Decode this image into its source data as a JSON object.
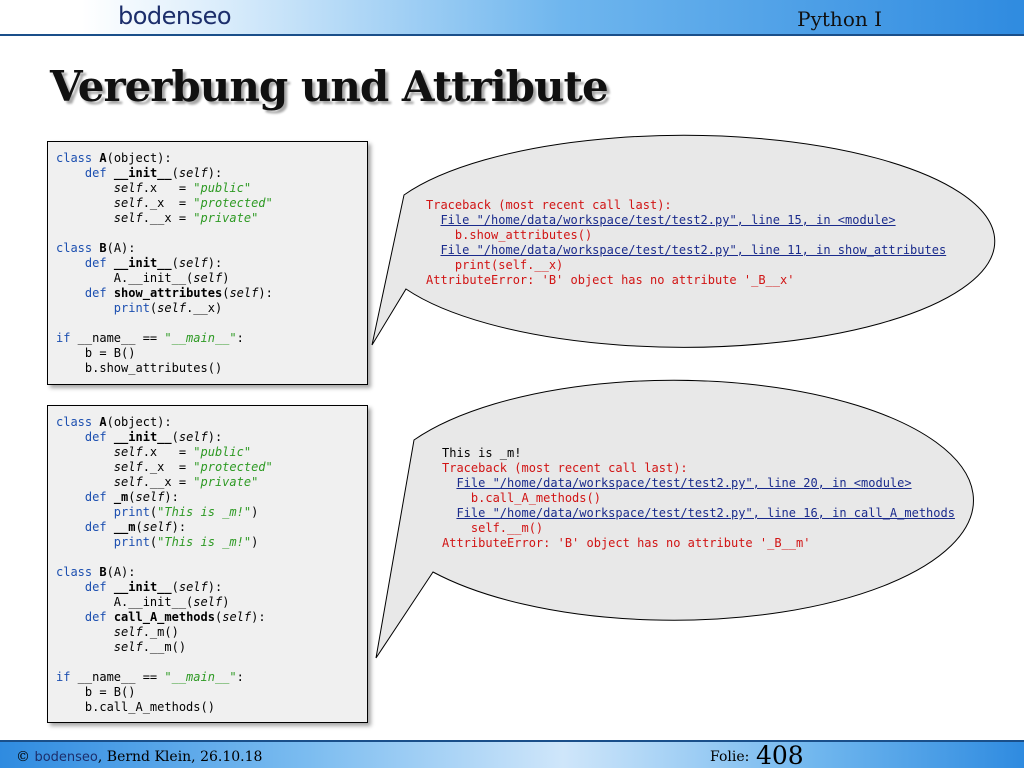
{
  "header": {
    "brand": "bodenseo",
    "course": "Python I"
  },
  "slide": {
    "title": "Vererbung und Attribute"
  },
  "code_block_1": {
    "lines": [
      "class A(object):",
      "    def __init__(self):",
      "        self.x   = \"public\"",
      "        self._x  = \"protected\"",
      "        self.__x = \"private\"",
      "",
      "class B(A):",
      "    def __init__(self):",
      "        A.__init__(self)",
      "    def show_attributes(self):",
      "        print(self.__x)",
      "",
      "if __name__ == \"__main__\":",
      "    b = B()",
      "    b.show_attributes()"
    ]
  },
  "output_1": {
    "lines": [
      "Traceback (most recent call last):",
      "  File \"/home/data/workspace/test/test2.py\", line 15, in <module>",
      "    b.show_attributes()",
      "  File \"/home/data/workspace/test/test2.py\", line 11, in show_attributes",
      "    print(self.__x)",
      "AttributeError: 'B' object has no attribute '_B__x'"
    ]
  },
  "code_block_2": {
    "lines": [
      "class A(object):",
      "    def __init__(self):",
      "        self.x   = \"public\"",
      "        self._x  = \"protected\"",
      "        self.__x = \"private\"",
      "    def _m(self):",
      "        print(\"This is _m!\")",
      "    def __m(self):",
      "        print(\"This is _m!\")",
      "",
      "class B(A):",
      "    def __init__(self):",
      "        A.__init__(self)",
      "    def call_A_methods(self):",
      "        self._m()",
      "        self.__m()",
      "",
      "if __name__ == \"__main__\":",
      "    b = B()",
      "    b.call_A_methods()"
    ]
  },
  "output_2": {
    "lines": [
      "This is _m!",
      "Traceback (most recent call last):",
      "  File \"/home/data/workspace/test/test2.py\", line 20, in <module>",
      "    b.call_A_methods()",
      "  File \"/home/data/workspace/test/test2.py\", line 16, in call_A_methods",
      "    self.__m()",
      "AttributeError: 'B' object has no attribute '_B__m'"
    ]
  },
  "footer": {
    "copyright": "©",
    "brand": "bodenseo",
    "author_date": ", Bernd Klein, 26.10.18",
    "folie_label": "Folie:",
    "folie_number": "408"
  },
  "colors": {
    "keyword": "#1c4fb0",
    "string": "#2e9a24",
    "error": "#d11414",
    "file_link": "#1a2b8c",
    "code_bg": "#f0f0f0",
    "bubble_bg": "#e8e8e8"
  }
}
